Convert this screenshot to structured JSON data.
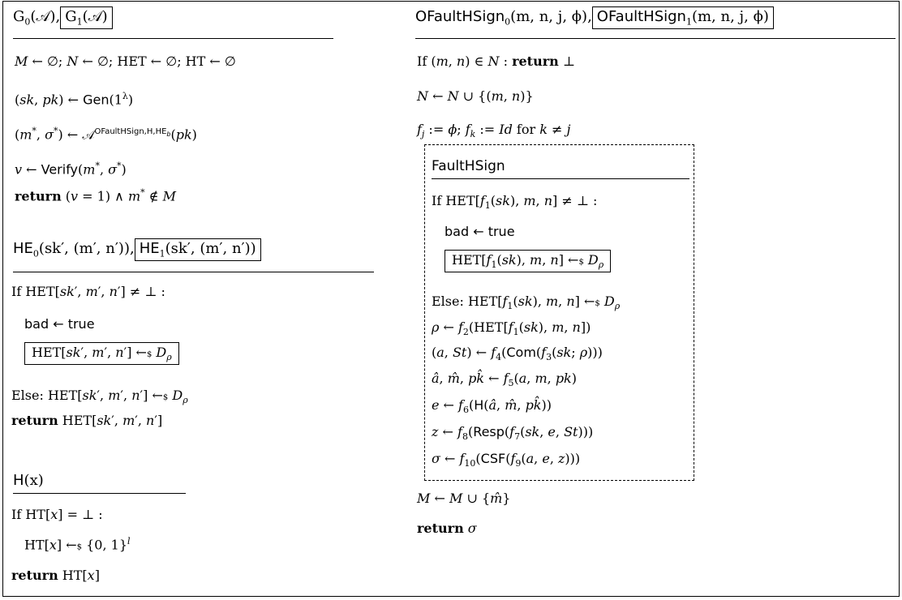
{
  "game": {
    "header_a": "G",
    "header_a_sub": "0",
    "header_b": "G",
    "header_b_sub": "1",
    "arg": "(𝒜)",
    "sep": ",",
    "lines": [
      "M ← ∅; N ← ∅; HET ← ∅; HT ← ∅",
      "(sk, pk) ← Gen(1^λ)",
      "(m*, σ*) ← 𝒜^{OFaultHSign,H,HE_b}(pk)",
      "v ← Verify(m*, σ*)",
      "return (v = 1) ∧ m* ∉ M"
    ]
  },
  "he": {
    "name": "HE",
    "sub_a": "0",
    "sub_b": "1",
    "args": "(sk′, (m′, n′))",
    "lines": [
      "If HET[sk′, m′, n′] ≠ ⊥ :",
      "bad ← true",
      "HET[sk′, m′, n′] ←$ D_ρ",
      "Else: HET[sk′, m′, n′] ←$ D_ρ",
      "return HET[sk′, m′, n′]"
    ]
  },
  "h": {
    "name": "H",
    "args": "(x)",
    "lines": [
      "If HT[x] = ⊥ :",
      "HT[x] ←$ {0, 1}^l",
      "return HT[x]"
    ]
  },
  "ofault": {
    "name": "OFaultHSign",
    "sub_a": "0",
    "sub_b": "1",
    "args": "(m, n, j, ϕ)",
    "lines": [
      "If (m, n) ∈ N : return ⊥",
      "N ← N ∪ {(m, n)}",
      "f_j := ϕ; f_k := Id for k ≠ j",
      "M ← M ∪ {m̂}",
      "return σ"
    ]
  },
  "faulthsign": {
    "title": "FaultHSign",
    "lines": [
      "If HET[f1(sk), m, n] ≠ ⊥ :",
      "bad ← true",
      "HET[f1(sk), m, n] ←$ D_ρ",
      "Else: HET[f1(sk), m, n] ←$ D_ρ",
      "ρ ← f2(HET[f1(sk), m, n])",
      "(a, St) ← f4(Com(f3(sk; ρ)))",
      "â, m̂, pk̂ ← f5(a, m, pk)",
      "e ← f6(H(â, m̂, pk̂))",
      "z ← f8(Resp(f7(sk, e, St)))",
      "σ ← f10(CSF(f9(a, e, z)))"
    ]
  }
}
